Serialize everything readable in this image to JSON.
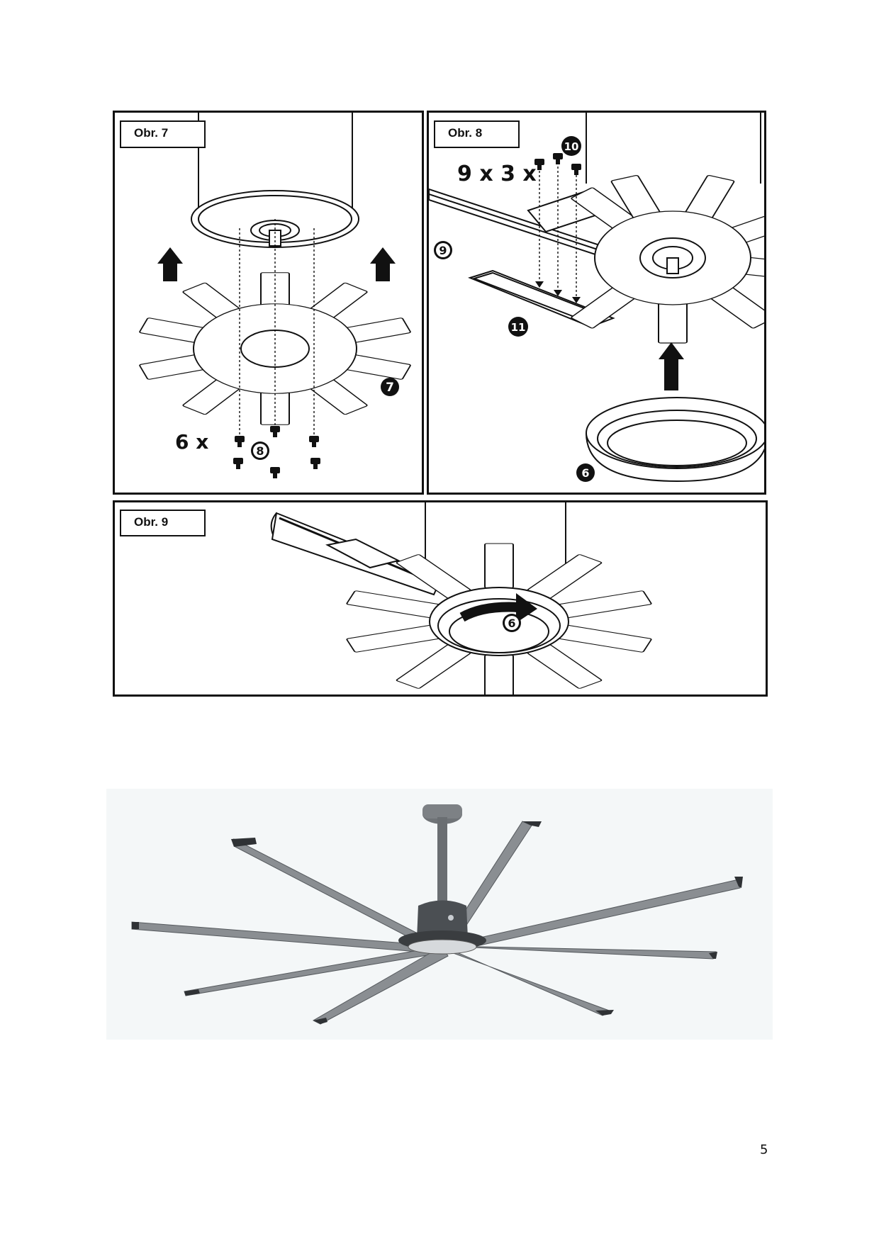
{
  "figures": {
    "obr7": {
      "label": "Obr. 7",
      "count_label": "6 x",
      "callouts": [
        "7",
        "8"
      ]
    },
    "obr8": {
      "label": "Obr. 8",
      "count_label": "9 x 3 x",
      "callouts": [
        "10",
        "9",
        "11",
        "6"
      ]
    },
    "obr9": {
      "label": "Obr. 9",
      "callouts": [
        "6"
      ]
    }
  },
  "page_number": "5",
  "icons": [
    "up-arrow-icon",
    "rotate-arrow-icon",
    "screw-icon"
  ],
  "colors": {
    "line": "#111111",
    "fan_metal": "#8a8e92",
    "fan_dark": "#3e4145",
    "photo_bg": "#f4f7f8"
  }
}
